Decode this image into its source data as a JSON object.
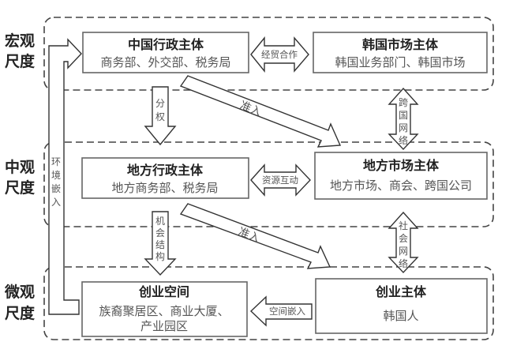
{
  "scales": {
    "macro": [
      "宏观",
      "尺度"
    ],
    "meso": [
      "中观",
      "尺度"
    ],
    "micro": [
      "微观",
      "尺度"
    ]
  },
  "boxes": {
    "china_admin": {
      "title": "中国行政主体",
      "sub": "商务部、外交部、税务局"
    },
    "korea_market": {
      "title": "韩国市场主体",
      "sub": "韩国业务部门、韩国市场"
    },
    "local_admin": {
      "title": "地方行政主体",
      "sub": "地方商务部、税务局"
    },
    "local_market": {
      "title": "地方市场主体",
      "sub": "地方市场、商会、跨国公司"
    },
    "venture_space": {
      "title": "创业空间",
      "sub": [
        "族裔聚居区、商业大厦、",
        "产业园区"
      ]
    },
    "entrepreneur": {
      "title": "创业主体",
      "sub": "韩国人"
    }
  },
  "arrows": {
    "trade": "经贸合作",
    "resource": "资源互动",
    "space_embed": "空间嵌入",
    "decentralize": [
      "分",
      "权"
    ],
    "opportunity": [
      "机",
      "会",
      "结",
      "构"
    ],
    "transnational": [
      "跨",
      "国",
      "网",
      "络"
    ],
    "social": [
      "社",
      "会",
      "网",
      "络"
    ],
    "access_1": "准入",
    "access_2": "准入",
    "env_embed": [
      "环",
      "境",
      "嵌",
      "入"
    ]
  }
}
